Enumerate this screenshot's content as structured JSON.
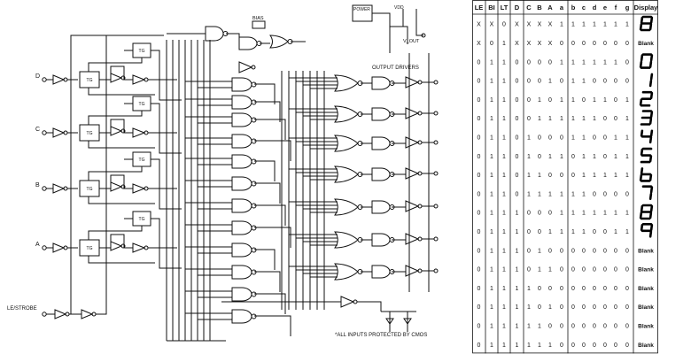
{
  "schematic": {
    "labels": {
      "latch_strobe": "LE/STROBE",
      "bias": "BIAS",
      "power": "POWER",
      "vdd": "VDD",
      "vout": "V_OUT",
      "output_drivers": "OUTPUT DRIVERS",
      "note": "*ALL INPUTS PROTECTED BY CMOS"
    },
    "input_labels": [
      "D",
      "C",
      "B",
      "A"
    ]
  },
  "truth_table": {
    "headers": [
      "LE",
      "BI",
      "LT",
      "D",
      "C",
      "B",
      "A",
      "a",
      "b",
      "c",
      "d",
      "e",
      "f",
      "g",
      "Display"
    ],
    "rows": [
      {
        "cells": [
          "X",
          "X",
          "0",
          "X",
          "X",
          "X",
          "X",
          "1",
          "1",
          "1",
          "1",
          "1",
          "1",
          "1"
        ],
        "display": "8",
        "glyph": "8"
      },
      {
        "cells": [
          "X",
          "0",
          "1",
          "X",
          "X",
          "X",
          "X",
          "0",
          "0",
          "0",
          "0",
          "0",
          "0",
          "0"
        ],
        "display": "Blank",
        "glyph": ""
      },
      {
        "cells": [
          "0",
          "1",
          "1",
          "0",
          "0",
          "0",
          "0",
          "1",
          "1",
          "1",
          "1",
          "1",
          "1",
          "0"
        ],
        "display": "0",
        "glyph": "0"
      },
      {
        "cells": [
          "0",
          "1",
          "1",
          "0",
          "0",
          "0",
          "1",
          "0",
          "1",
          "1",
          "0",
          "0",
          "0",
          "0"
        ],
        "display": "1",
        "glyph": "1"
      },
      {
        "cells": [
          "0",
          "1",
          "1",
          "0",
          "0",
          "1",
          "0",
          "1",
          "1",
          "0",
          "1",
          "1",
          "0",
          "1"
        ],
        "display": "2",
        "glyph": "2"
      },
      {
        "cells": [
          "0",
          "1",
          "1",
          "0",
          "0",
          "1",
          "1",
          "1",
          "1",
          "1",
          "1",
          "0",
          "0",
          "1"
        ],
        "display": "3",
        "glyph": "3"
      },
      {
        "cells": [
          "0",
          "1",
          "1",
          "0",
          "1",
          "0",
          "0",
          "0",
          "1",
          "1",
          "0",
          "0",
          "1",
          "1"
        ],
        "display": "4",
        "glyph": "4"
      },
      {
        "cells": [
          "0",
          "1",
          "1",
          "0",
          "1",
          "0",
          "1",
          "1",
          "0",
          "1",
          "1",
          "0",
          "1",
          "1"
        ],
        "display": "5",
        "glyph": "5"
      },
      {
        "cells": [
          "0",
          "1",
          "1",
          "0",
          "1",
          "1",
          "0",
          "0",
          "0",
          "1",
          "1",
          "1",
          "1",
          "1"
        ],
        "display": "6",
        "glyph": "6"
      },
      {
        "cells": [
          "0",
          "1",
          "1",
          "0",
          "1",
          "1",
          "1",
          "1",
          "1",
          "1",
          "0",
          "0",
          "0",
          "0"
        ],
        "display": "7",
        "glyph": "7"
      },
      {
        "cells": [
          "0",
          "1",
          "1",
          "1",
          "0",
          "0",
          "0",
          "1",
          "1",
          "1",
          "1",
          "1",
          "1",
          "1"
        ],
        "display": "8",
        "glyph": "8"
      },
      {
        "cells": [
          "0",
          "1",
          "1",
          "1",
          "0",
          "0",
          "1",
          "1",
          "1",
          "1",
          "0",
          "0",
          "1",
          "1"
        ],
        "display": "9",
        "glyph": "9"
      },
      {
        "cells": [
          "0",
          "1",
          "1",
          "1",
          "0",
          "1",
          "0",
          "0",
          "0",
          "0",
          "0",
          "0",
          "0",
          "0"
        ],
        "display": "Blank",
        "glyph": ""
      },
      {
        "cells": [
          "0",
          "1",
          "1",
          "1",
          "0",
          "1",
          "1",
          "0",
          "0",
          "0",
          "0",
          "0",
          "0",
          "0"
        ],
        "display": "Blank",
        "glyph": ""
      },
      {
        "cells": [
          "0",
          "1",
          "1",
          "1",
          "1",
          "0",
          "0",
          "0",
          "0",
          "0",
          "0",
          "0",
          "0",
          "0"
        ],
        "display": "Blank",
        "glyph": ""
      },
      {
        "cells": [
          "0",
          "1",
          "1",
          "1",
          "1",
          "0",
          "1",
          "0",
          "0",
          "0",
          "0",
          "0",
          "0",
          "0"
        ],
        "display": "Blank",
        "glyph": ""
      },
      {
        "cells": [
          "0",
          "1",
          "1",
          "1",
          "1",
          "1",
          "0",
          "0",
          "0",
          "0",
          "0",
          "0",
          "0",
          "0"
        ],
        "display": "Blank",
        "glyph": ""
      },
      {
        "cells": [
          "0",
          "1",
          "1",
          "1",
          "1",
          "1",
          "1",
          "0",
          "0",
          "0",
          "0",
          "0",
          "0",
          "0"
        ],
        "display": "Blank",
        "glyph": ""
      }
    ]
  }
}
